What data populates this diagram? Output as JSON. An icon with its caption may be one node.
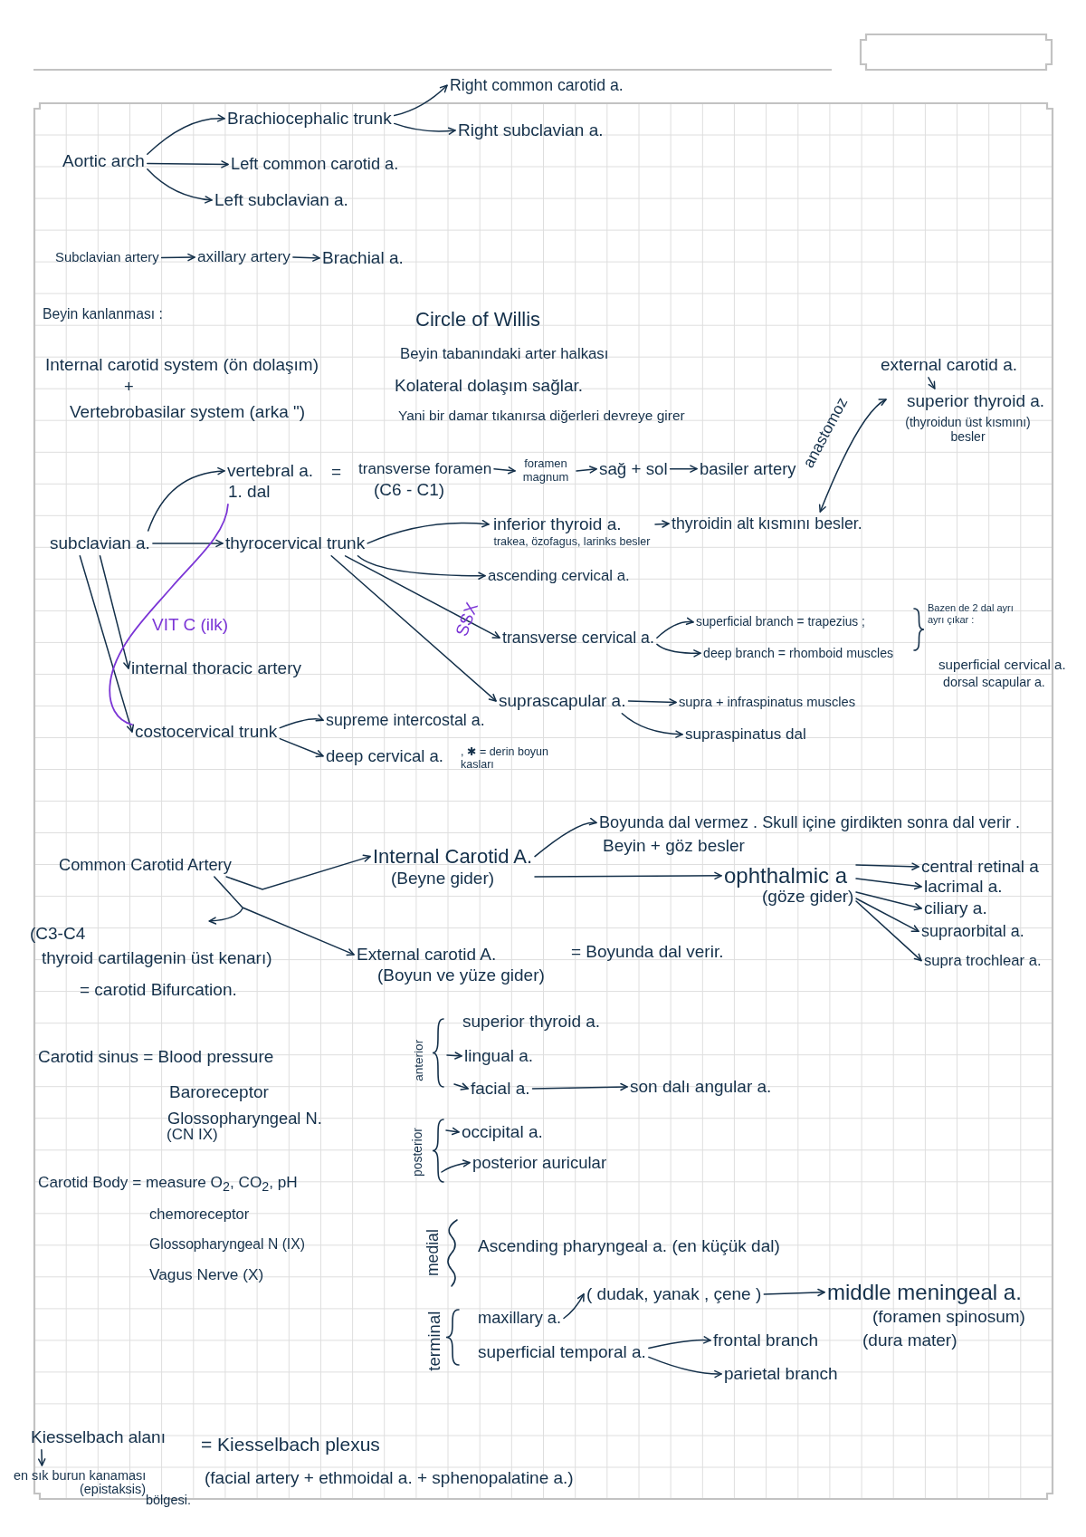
{
  "diagram": {
    "nodes": [
      {
        "text": [
          "Aortic arch"
        ]
      },
      {
        "text": [
          "Brachiocephalic trunk"
        ]
      },
      {
        "text": [
          "Right common carotid a."
        ]
      },
      {
        "text": [
          "Right subclavian a."
        ]
      },
      {
        "text": [
          "Left common carotid a."
        ]
      },
      {
        "text": [
          "Left subclavian a."
        ]
      },
      {
        "text": [
          "Subclavian artery"
        ]
      },
      {
        "text": [
          "axillary artery"
        ]
      },
      {
        "text": [
          "Brachial a."
        ]
      },
      {
        "text": [
          "vertebral a."
        ],
        "beside": [
          "1. dal"
        ]
      },
      {
        "text": [
          "transverse foramen"
        ],
        "beside": [
          "(C6 - C1)"
        ]
      },
      {
        "text": [
          "foramen magnum"
        ]
      },
      {
        "text": [
          "sağ + sol"
        ]
      },
      {
        "text": [
          "basiler artery"
        ]
      },
      {
        "text": [
          "external carotid a."
        ]
      },
      {
        "text": [
          "superior thyroid a."
        ],
        "beside": [
          "(thyroidun üst kısmını) besler"
        ]
      },
      {
        "text": [
          "subclavian a."
        ]
      },
      {
        "text": [
          "thyrocervical trunk"
        ]
      },
      {
        "text": [
          "inferior thyroid a."
        ],
        "beside": [
          "trakea, özofagus, larinks besler"
        ]
      },
      {
        "text": [
          "thyroidin alt kısmını besler."
        ]
      },
      {
        "text": [
          "ascending cervical a."
        ]
      },
      {
        "text": [
          "transverse cervical a."
        ]
      },
      {
        "text": [
          "superficial branch = trapezius ;"
        ]
      },
      {
        "text": [
          "deep branch = rhomboid muscles"
        ]
      },
      {
        "text": [
          "internal thoracic artery"
        ]
      },
      {
        "text": [
          "suprascapular a."
        ]
      },
      {
        "text": [
          "supra + infraspinatus muscles"
        ]
      },
      {
        "text": [
          "costocervical trunk"
        ]
      },
      {
        "text": [
          "supreme intercostal a."
        ]
      },
      {
        "text": [
          "supraspinatus dal"
        ]
      },
      {
        "text": [
          "deep cervical a."
        ]
      },
      {
        "text": [
          "Common Carotid Artery"
        ]
      },
      {
        "text": [
          "Internal Carotid A."
        ],
        "beside": [
          "(Beyne gider)"
        ]
      },
      {
        "text": [
          "Boyunda dal vermez . Skull içine girdikten sonra dal verir ."
        ]
      },
      {
        "text": [
          "ophthalmic a"
        ],
        "beside": [
          "(göze gider)"
        ]
      },
      {
        "text": [
          "central retinal a"
        ]
      },
      {
        "text": [
          "lacrimal a."
        ]
      },
      {
        "text": [
          "ciliary a."
        ]
      },
      {
        "text": [
          "supraorbital a."
        ]
      },
      {
        "text": [
          "supra trochlear a."
        ]
      },
      {
        "text": [
          "(C3-C4",
          "thyroid cartilagenin üst kenarı)"
        ]
      },
      {
        "text": [
          "External carotid A."
        ],
        "beside": [
          "(Boyun ve yüze gider)"
        ]
      },
      {
        "text": [
          "lingual a."
        ]
      },
      {
        "text": [
          "facial a."
        ]
      },
      {
        "text": [
          "son dalı angular a."
        ]
      },
      {
        "text": [
          "occipital a."
        ]
      },
      {
        "text": [
          "posterior auricular"
        ]
      },
      {
        "text": [
          "maxillary a."
        ]
      },
      {
        "text": [
          "( dudak, yanak , çene )"
        ]
      },
      {
        "text": [
          "middle meningeal a."
        ],
        "beside": [
          "(foramen spinosum)",
          "(dura mater)"
        ]
      },
      {
        "text": [
          "superficial temporal a."
        ]
      },
      {
        "text": [
          "frontal branch"
        ]
      },
      {
        "text": [
          "parietal branch"
        ]
      },
      {
        "text": [
          "Kiesselbach alanı"
        ]
      },
      {
        "text": [
          "en sık burun kanaması"
        ],
        "beside": [
          "(epistaksis)",
          "bölgesi."
        ]
      }
    ],
    "edges": [
      {
        "from": 0,
        "to": 1,
        "arrow": "to"
      },
      {
        "from": 0,
        "to": 4,
        "arrow": "to"
      },
      {
        "from": 0,
        "to": 5,
        "arrow": "to"
      },
      {
        "from": 1,
        "to": 2,
        "arrow": "to"
      },
      {
        "from": 1,
        "to": 3,
        "arrow": "to"
      },
      {
        "from": 6,
        "to": 7,
        "arrow": "to"
      },
      {
        "from": 7,
        "to": 8,
        "arrow": "to"
      },
      {
        "from": 10,
        "to": 11,
        "arrow": "to"
      },
      {
        "from": 11,
        "to": 12,
        "arrow": "to"
      },
      {
        "from": 12,
        "to": 13,
        "arrow": "to"
      },
      {
        "from": 14,
        "to": 15,
        "arrow": "to"
      },
      {
        "from": 15,
        "to": 19,
        "arrow": "both",
        "label": "anastomoz"
      },
      {
        "from": 16,
        "to": 9,
        "arrow": "to"
      },
      {
        "from": 16,
        "to": 17,
        "arrow": "to"
      },
      {
        "from": 17,
        "to": 18,
        "arrow": "to"
      },
      {
        "from": 18,
        "to": 19,
        "arrow": "to"
      },
      {
        "from": 17,
        "to": 20,
        "arrow": "to"
      },
      {
        "from": 17,
        "to": 21,
        "arrow": "to"
      },
      {
        "from": 21,
        "to": 22,
        "arrow": "to"
      },
      {
        "from": 21,
        "to": 23,
        "arrow": "to"
      },
      {
        "from": 16,
        "to": 24,
        "arrow": "to"
      },
      {
        "from": 17,
        "to": 25,
        "arrow": "to"
      },
      {
        "from": 25,
        "to": 26,
        "arrow": "to"
      },
      {
        "from": 16,
        "to": 27,
        "arrow": "to"
      },
      {
        "from": 27,
        "to": 28,
        "arrow": "to"
      },
      {
        "from": 25,
        "to": 29,
        "arrow": "to"
      },
      {
        "from": 27,
        "to": 30,
        "arrow": "to"
      },
      {
        "from": 31,
        "to": 32,
        "arrow": "to"
      },
      {
        "from": 32,
        "to": 33,
        "arrow": "to"
      },
      {
        "from": 32,
        "to": 34,
        "arrow": "to"
      },
      {
        "from": 34,
        "to": 35,
        "arrow": "to"
      },
      {
        "from": 34,
        "to": 36,
        "arrow": "to"
      },
      {
        "from": 34,
        "to": 37,
        "arrow": "to"
      },
      {
        "from": 34,
        "to": 38,
        "arrow": "to"
      },
      {
        "from": 34,
        "to": 39,
        "arrow": "to"
      },
      {
        "from": null,
        "to": 40,
        "arrow": "to"
      },
      {
        "from": 31,
        "to": 41,
        "arrow": "to"
      },
      {
        "from": null,
        "to": 42,
        "arrow": "to"
      },
      {
        "from": null,
        "to": 43,
        "arrow": "to"
      },
      {
        "from": 43,
        "to": 44,
        "arrow": "to"
      },
      {
        "from": null,
        "to": 45,
        "arrow": "to"
      },
      {
        "from": null,
        "to": 46,
        "arrow": "to"
      },
      {
        "from": 47,
        "to": 48,
        "arrow": "to"
      },
      {
        "from": 48,
        "to": 49,
        "arrow": "to"
      },
      {
        "from": 50,
        "to": 51,
        "arrow": "to"
      },
      {
        "from": 50,
        "to": 52,
        "arrow": "to"
      },
      {
        "from": 53,
        "to": 54,
        "arrow": "to"
      },
      {
        "from": 9,
        "to": 27,
        "arrow": "none",
        "color": "#7b35d6"
      }
    ],
    "labels": [
      "Beyin kanlanması :",
      "Circle of Willis",
      "Beyin tabanındaki arter halkası",
      "Internal carotid system (ön dolaşım)",
      "Kolateral dolaşım sağlar.",
      "+",
      "Vertebrobasilar system (arka \")",
      "Yani bir damar tıkanırsa diğerleri devreye girer",
      "=",
      "VIT C (ilk)",
      "SSX",
      "Bazen de 2 dal ayrı ayrı çıkar :",
      "superficial cervical a.",
      "dorsal scapular a.",
      ", ✱ = derin boyun kasları",
      "Beyin + göz besler",
      "= Boyunda dal verir.",
      "= carotid Bifurcation.",
      "superior thyroid a.",
      "anterior",
      "Carotid sinus = Blood pressure",
      "Baroreceptor",
      "Glossopharyngeal N.",
      "(CN IX)",
      "posterior",
      "Carotid Body = measure O$_{2}$, CO$_{2}$, pH",
      "chemoreceptor",
      "Glossopharyngeal N (IX)",
      "medial",
      "Ascending pharyngeal a. (en küçük dal)",
      "Vagus Nerve (X)",
      "terminal",
      "= Kiesselbach plexus",
      "(facial artery + ethmoidal a. + sphenopalatine a.)"
    ]
  }
}
